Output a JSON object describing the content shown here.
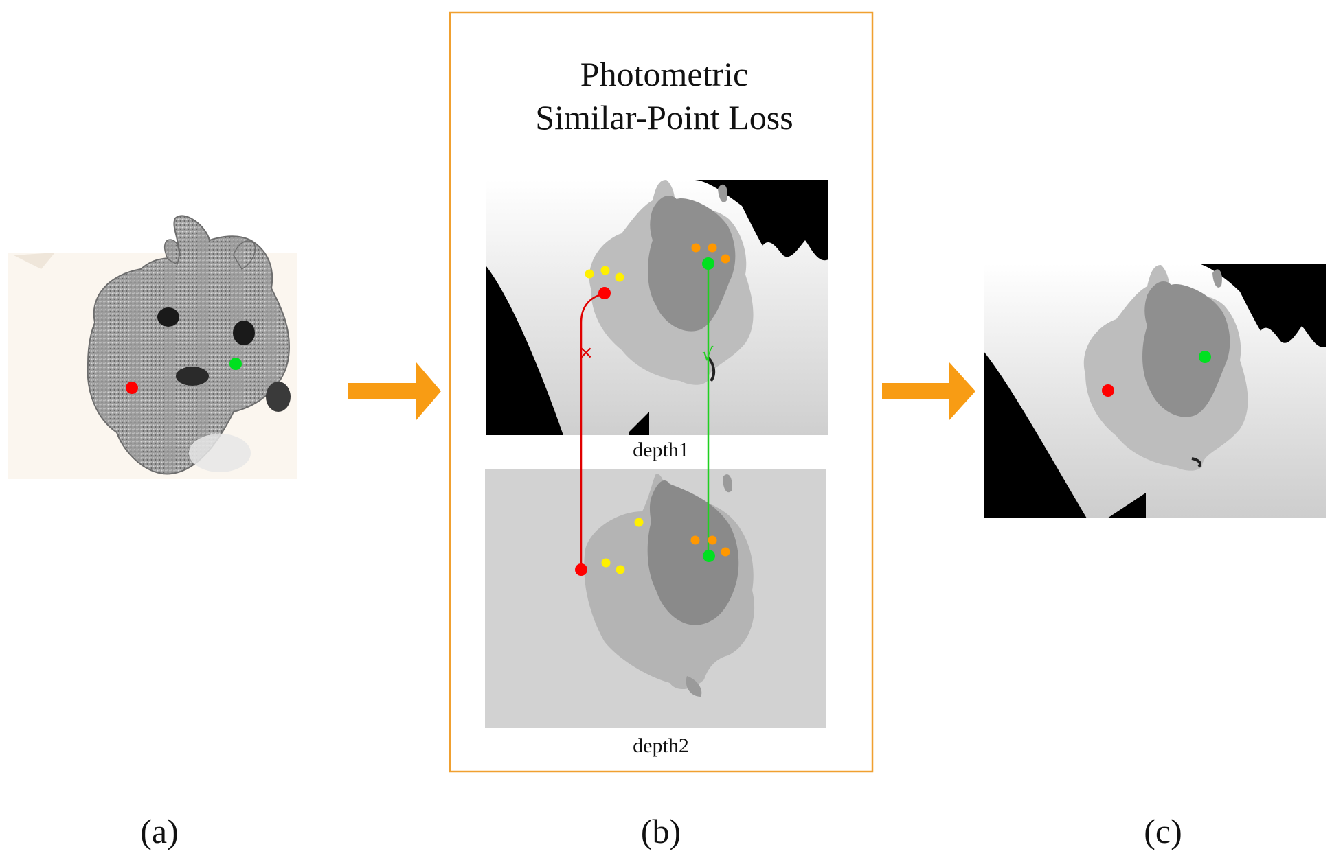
{
  "panel_b": {
    "title_line1": "Photometric",
    "title_line2": "Similar-Point Loss",
    "depth1_label": "depth1",
    "depth2_label": "depth2",
    "reject_mark": "×",
    "accept_mark": "√"
  },
  "captions": {
    "a": "(a)",
    "b": "(b)",
    "c": "(c)"
  },
  "colors": {
    "arrow": "#F89C14",
    "frame": "#F0A030",
    "red_point": "#FF0000",
    "green_point": "#00E020",
    "yellow_point": "#FFF000",
    "orange_point": "#FF9800"
  }
}
